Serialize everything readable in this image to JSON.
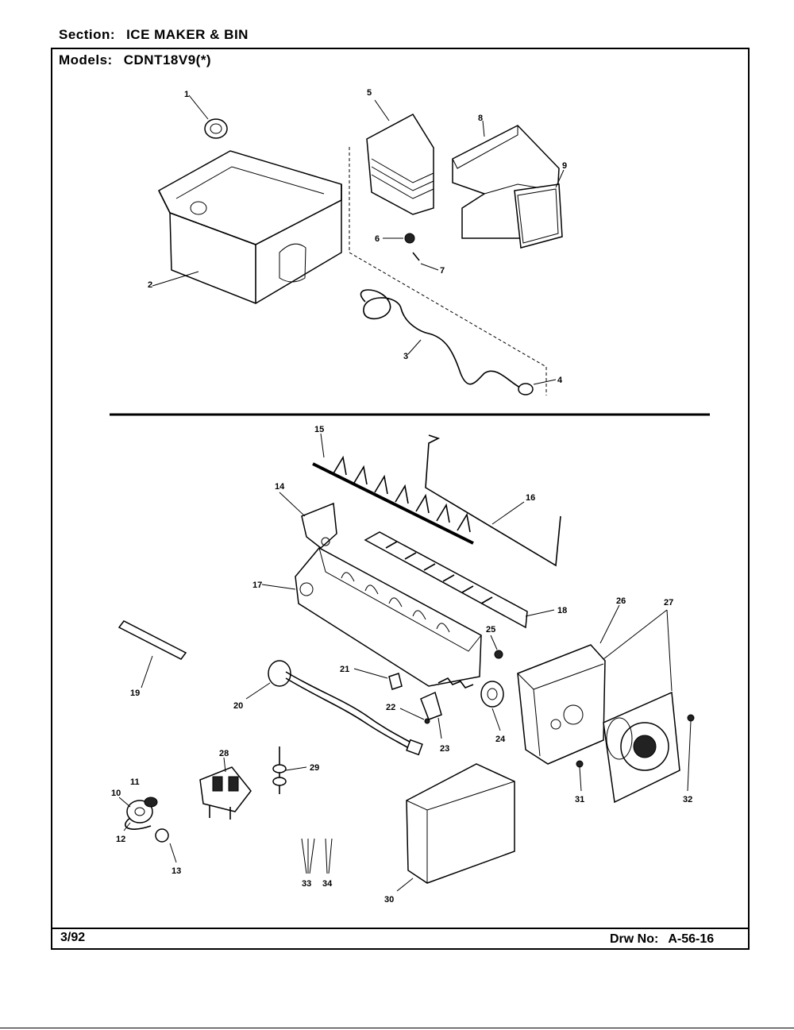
{
  "header": {
    "section_label": "Section:",
    "section_value": "ICE MAKER & BIN",
    "models_label": "Models:",
    "models_value": "CDNT18V9(*)"
  },
  "footer": {
    "date": "3/92",
    "drawing_label": "Drw No:",
    "drawing_value": "A-56-16"
  },
  "callouts": {
    "c1": "1",
    "c2": "2",
    "c3": "3",
    "c4": "4",
    "c5": "5",
    "c6": "6",
    "c7": "7",
    "c8": "8",
    "c9": "9",
    "c10": "10",
    "c11": "11",
    "c12": "12",
    "c13": "13",
    "c14": "14",
    "c15": "15",
    "c16": "16",
    "c17": "17",
    "c18": "18",
    "c19": "19",
    "c20": "20",
    "c21": "21",
    "c22": "22",
    "c23": "23",
    "c24": "24",
    "c25": "25",
    "c26": "26",
    "c27": "27",
    "c28": "28",
    "c29": "29",
    "c30": "30",
    "c31": "31",
    "c32": "32",
    "c33": "33",
    "c34": "34"
  }
}
